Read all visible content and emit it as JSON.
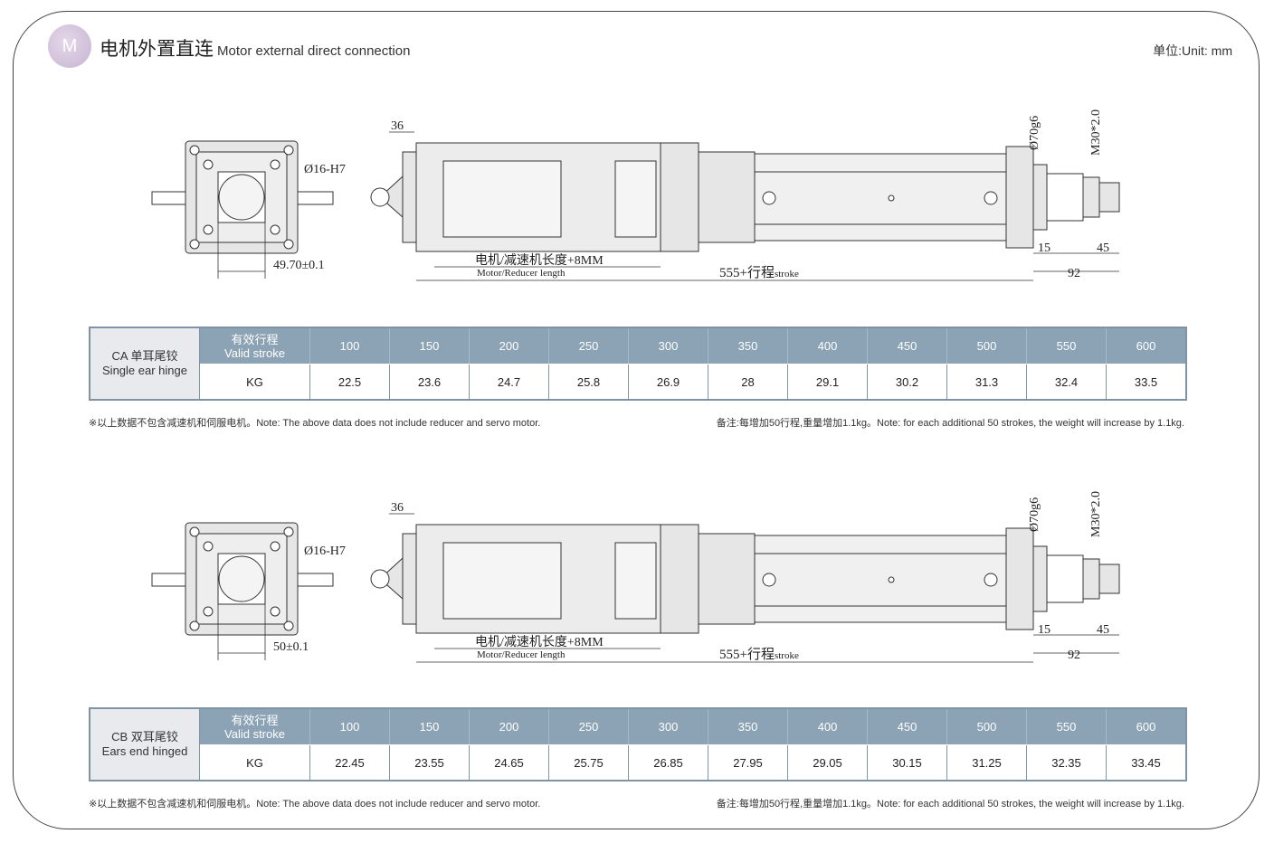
{
  "header": {
    "badge": "M",
    "title_cn": "电机外置直连",
    "title_en": "Motor external direct connection",
    "unit": "单位:Unit: mm"
  },
  "drawings": [
    {
      "bore": "Ø16-H7",
      "dim_top": "36",
      "dim_side": "49.70±0.1",
      "motor_cn": "电机/减速机长度+8MM",
      "motor_en": "Motor/Reducer length",
      "stroke": "555+行程",
      "stroke_en": "stroke",
      "rod": "Ø70g6",
      "thread": "M30*2.0",
      "d15": "15",
      "d45": "45",
      "d92": "92"
    },
    {
      "bore": "Ø16-H7",
      "dim_top": "36",
      "dim_side": "50±0.1",
      "motor_cn": "电机/减速机长度+8MM",
      "motor_en": "Motor/Reducer length",
      "stroke": "555+行程",
      "stroke_en": "stroke",
      "rod": "Ø70g6",
      "thread": "M30*2.0",
      "d15": "15",
      "d45": "45",
      "d92": "92"
    }
  ],
  "tables": [
    {
      "type_cn": "CA 单耳尾铰",
      "type_en": "Single ear hinge",
      "stroke_cn": "有效行程",
      "stroke_en": "Valid stroke",
      "kg": "KG",
      "strokes": [
        "100",
        "150",
        "200",
        "250",
        "300",
        "350",
        "400",
        "450",
        "500",
        "550",
        "600"
      ],
      "weights": [
        "22.5",
        "23.6",
        "24.7",
        "25.8",
        "26.9",
        "28",
        "29.1",
        "30.2",
        "31.3",
        "32.4",
        "33.5"
      ]
    },
    {
      "type_cn": "CB 双耳尾铰",
      "type_en": "Ears end hinged",
      "stroke_cn": "有效行程",
      "stroke_en": "Valid stroke",
      "kg": "KG",
      "strokes": [
        "100",
        "150",
        "200",
        "250",
        "300",
        "350",
        "400",
        "450",
        "500",
        "550",
        "600"
      ],
      "weights": [
        "22.45",
        "23.55",
        "24.65",
        "25.75",
        "26.85",
        "27.95",
        "29.05",
        "30.15",
        "31.25",
        "32.35",
        "33.45"
      ]
    }
  ],
  "notes": {
    "left": "※以上数据不包含减速机和伺服电机。Note: The above data does not include reducer and servo motor.",
    "right": "备注:每增加50行程,重量增加1.1kg。Note: for each additional 50 strokes, the weight will increase by 1.1kg."
  }
}
